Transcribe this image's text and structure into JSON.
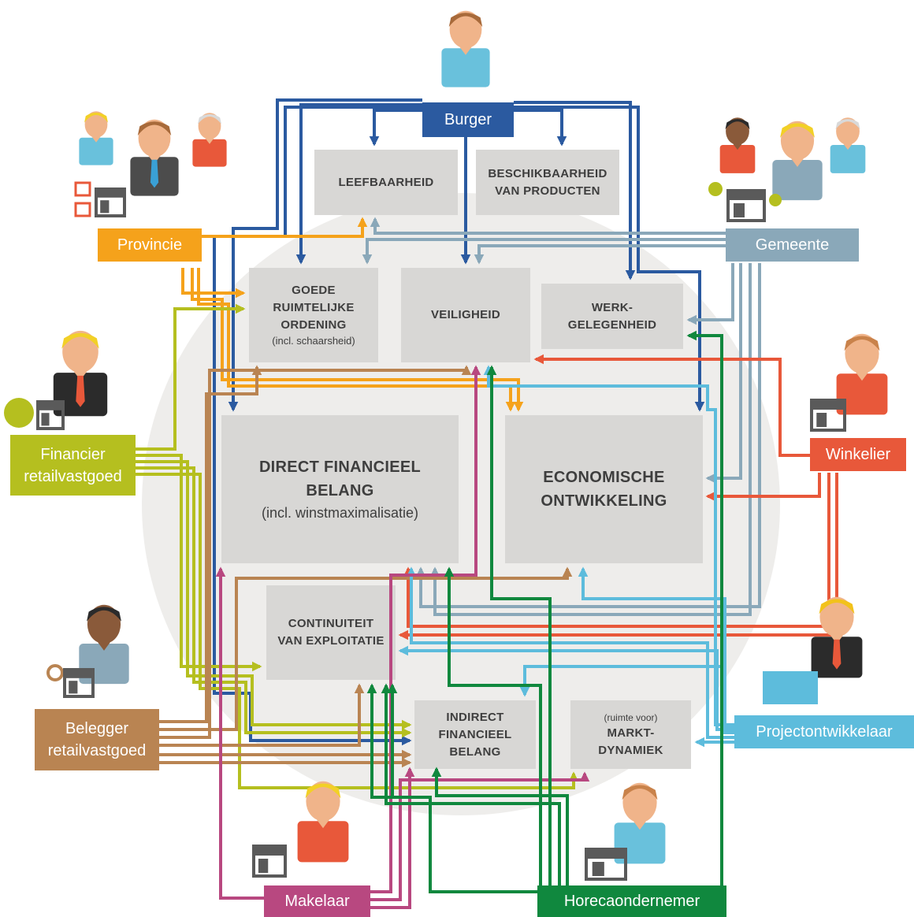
{
  "topics": {
    "leefbaarheid": {
      "title": "LEEFBAARHEID"
    },
    "beschikbaarheid": {
      "title": "BESCHIKBAARHEID\nVAN PRODUCTEN"
    },
    "goede_ordening": {
      "title": "GOEDE\nRUIMTELIJKE\nORDENING",
      "subtitle": "(incl. schaarsheid)"
    },
    "veiligheid": {
      "title": "VEILIGHEID"
    },
    "werkgelegenheid": {
      "title": "WERK-\nGELEGENHEID"
    },
    "direct_financieel": {
      "title": "DIRECT FINANCIEEL\nBELANG",
      "subtitle": "(incl. winstmaximalisatie)"
    },
    "economische": {
      "title": "ECONOMISCHE\nONTWIKKELING"
    },
    "continuiteit": {
      "title": "CONTINUITEIT\nVAN EXPLOITATIE"
    },
    "indirect_financieel": {
      "title": "INDIRECT\nFINANCIEEL\nBELANG"
    },
    "marktdynamiek": {
      "prefix": "(ruimte voor)",
      "title": "MARKT-\nDYNAMIEK"
    }
  },
  "actors": {
    "burger": {
      "label": "Burger",
      "color": "#2b5aa0"
    },
    "provincie": {
      "label": "Provincie",
      "color": "#f5a21b"
    },
    "gemeente": {
      "label": "Gemeente",
      "color": "#8aa8b9"
    },
    "financier": {
      "label": "Financier\nretailvastgoed",
      "color": "#b5bf1f"
    },
    "winkelier": {
      "label": "Winkelier",
      "color": "#e8583a"
    },
    "belegger": {
      "label": "Belegger\nretailvastgoed",
      "color": "#b98452"
    },
    "projectontwikkelaar": {
      "label": "Projectontwikkelaar",
      "color": "#5dbcdc"
    },
    "makelaar": {
      "label": "Makelaar",
      "color": "#b84880"
    },
    "horecaondernemer": {
      "label": "Horecaondernemer",
      "color": "#10883e"
    }
  },
  "icons": [
    "person-icon",
    "shop-icon",
    "euro-icon",
    "key-icon",
    "checklist-icon",
    "tree-icon"
  ],
  "colors": {
    "topic_box": "#d8d7d5",
    "backdrop": "#eeedeb",
    "topic_text": "#3e3e3e"
  }
}
